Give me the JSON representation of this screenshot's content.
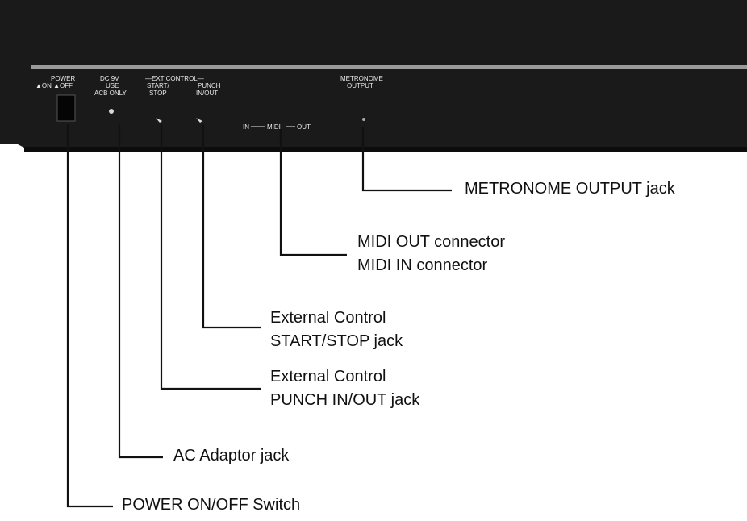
{
  "panel": {
    "power_label": "POWER",
    "power_states": "▲ON  ▲OFF",
    "dc_line1": "DC 9V",
    "dc_line2": "USE",
    "dc_line3": "ACB ONLY",
    "ext_control_label": "—EXT CONTROL—",
    "start_stop_line1": "START/",
    "start_stop_line2": "STOP",
    "punch_line1": "PUNCH",
    "punch_line2": "IN/OUT",
    "midi_in": "IN",
    "midi_label": "MIDI",
    "midi_out": "OUT",
    "metronome_line1": "METRONOME",
    "metronome_line2": "OUTPUT"
  },
  "callouts": {
    "metronome": "METRONOME OUTPUT jack",
    "midi_out": "MIDI OUT connector",
    "midi_in": "MIDI IN connector",
    "ext_start_stop_line1": "External Control",
    "ext_start_stop_line2": "START/STOP jack",
    "ext_punch_line1": "External Control",
    "ext_punch_line2": "PUNCH IN/OUT jack",
    "ac_adaptor": "AC Adaptor jack",
    "power_switch": "POWER ON/OFF Switch"
  },
  "colors": {
    "panel": "#1a1a1a",
    "strip": "#9a9a9a",
    "ink": "#111111"
  }
}
